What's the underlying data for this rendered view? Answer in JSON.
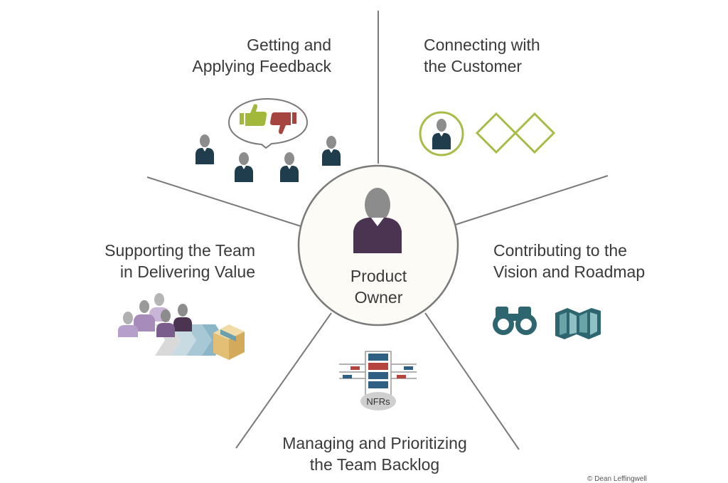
{
  "center": {
    "line1": "Product",
    "line2": "Owner"
  },
  "roles": [
    {
      "line1": "Getting and",
      "line2": "Applying Feedback"
    },
    {
      "line1": "Connecting with",
      "line2": "the Customer"
    },
    {
      "line1": "Supporting the Team",
      "line2": "in Delivering Value"
    },
    {
      "line1": "Contributing to the",
      "line2": "Vision and Roadmap"
    },
    {
      "line1": "Managing and Prioritizing",
      "line2": "the Team Backlog"
    }
  ],
  "backlog_badge": "NFRs",
  "copyright": "© Dean Leffingwell",
  "colors": {
    "line": "#7a7a7a",
    "person_head": "#8c8c8c",
    "person_body": "#1f3d4d",
    "owner_body": "#4b3352",
    "thumb_up": "#a2b83a",
    "thumb_down": "#a6443f",
    "customer_green": "#a9bc47",
    "teal": "#2e6670",
    "purple": "#7a5d8c",
    "box": "#e8c98a",
    "backlog_blue": "#2f6083",
    "backlog_red": "#b5433e"
  }
}
